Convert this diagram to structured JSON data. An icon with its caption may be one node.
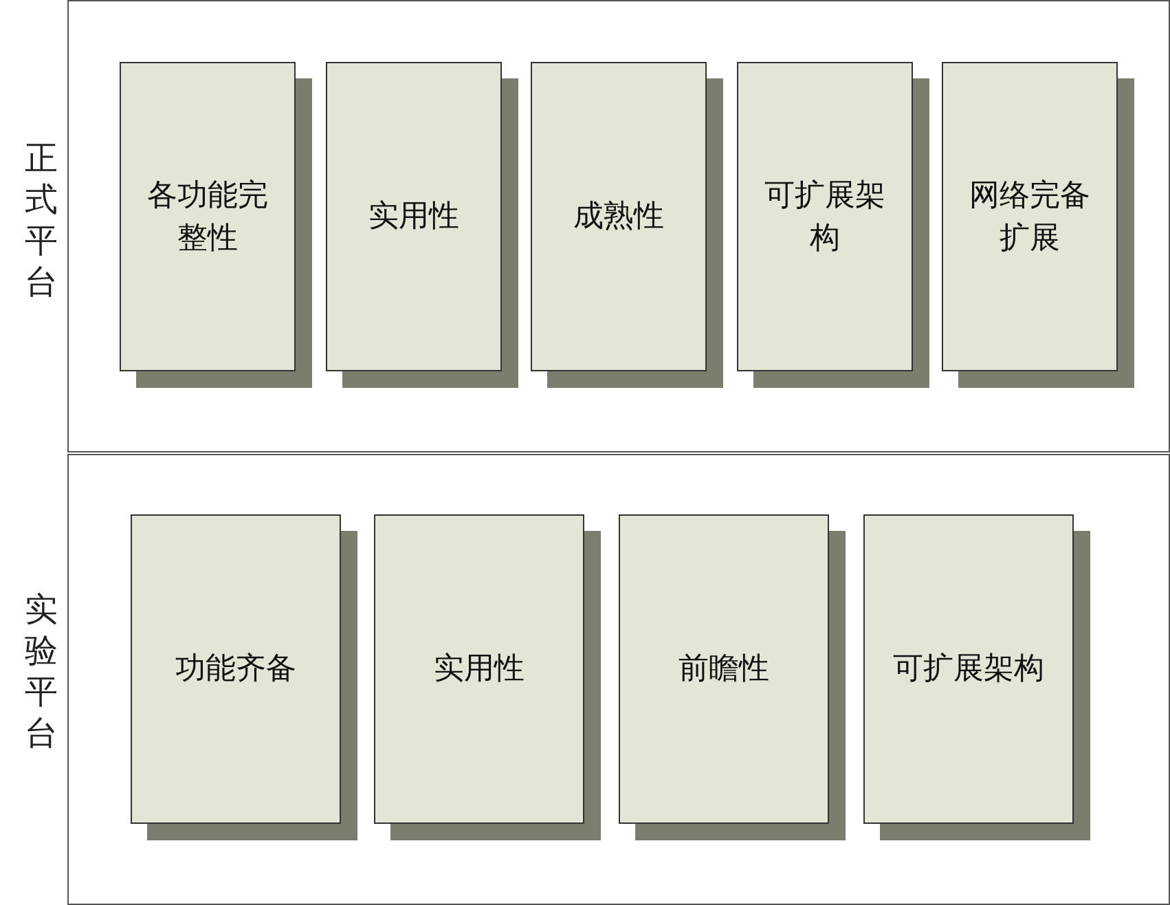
{
  "diagram": {
    "nodes": [
      {
        "text": [
          "正式平台"
        ]
      },
      {
        "text": [
          "各功能完整性"
        ],
        "in": 0
      },
      {
        "text": [
          "实用性"
        ],
        "in": 0
      },
      {
        "text": [
          "成熟性"
        ],
        "in": 0
      },
      {
        "text": [
          "可扩展架构"
        ],
        "in": 0
      },
      {
        "text": [
          "网络完备扩展"
        ],
        "in": 0
      },
      {
        "text": [
          "实验平台"
        ]
      },
      {
        "text": [
          "功能齐备"
        ],
        "in": 6
      },
      {
        "text": [
          "实用性"
        ],
        "in": 6
      },
      {
        "text": [
          "前瞻性"
        ],
        "in": 6
      },
      {
        "text": [
          "可扩展架构"
        ],
        "in": 6
      }
    ],
    "edges": []
  }
}
